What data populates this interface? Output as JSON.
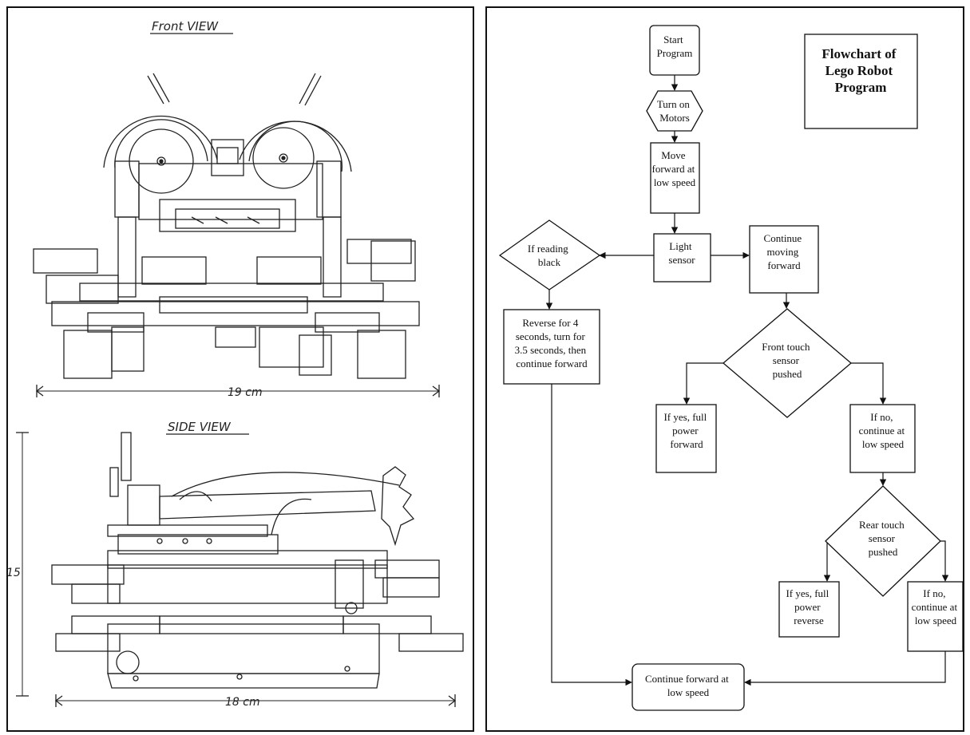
{
  "drawing": {
    "front_view_label": "Front VIEW",
    "side_view_label": "SIDE VIEW",
    "front_width_label": "19 cm",
    "side_width_label": "18 cm",
    "side_height_label": "15"
  },
  "flowchart": {
    "title_lines": [
      "Flowchart of",
      "Lego Robot",
      "Program"
    ],
    "nodes": {
      "start": [
        "Start",
        "Program"
      ],
      "motors": [
        "Turn on",
        "Motors"
      ],
      "move": [
        "Move",
        "forward at",
        "low speed"
      ],
      "light": [
        "Light",
        "sensor"
      ],
      "reading": [
        "If reading",
        "black"
      ],
      "continue_moving": [
        "Continue",
        "moving",
        "forward"
      ],
      "reverse": [
        "Reverse for 4",
        "seconds, turn for",
        "3.5 seconds, then",
        "continue forward"
      ],
      "front_touch": [
        "Front touch",
        "sensor",
        "pushed"
      ],
      "front_yes": [
        "If yes, full",
        "power",
        "forward"
      ],
      "front_no": [
        "If no,",
        "continue at",
        "low speed"
      ],
      "rear_touch": [
        "Rear touch",
        "sensor",
        "pushed"
      ],
      "rear_yes": [
        "If yes, full",
        "power",
        "reverse"
      ],
      "rear_no": [
        "If no,",
        "continue at",
        "low speed"
      ],
      "final": [
        "Continue forward at",
        "low speed"
      ]
    }
  }
}
